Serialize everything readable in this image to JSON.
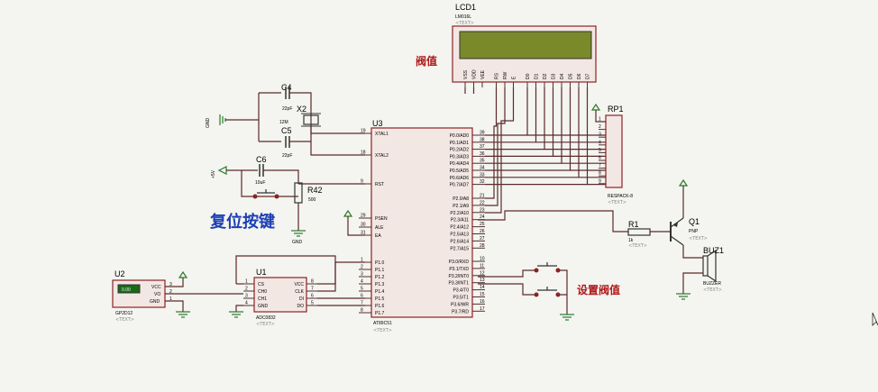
{
  "components": {
    "lcd": {
      "ref": "LCD1",
      "part": "LM016L",
      "text": "<TEXT>",
      "pins": [
        "VSS",
        "VDD",
        "VEE",
        "RS",
        "RW",
        "E",
        "D0",
        "D1",
        "D2",
        "D3",
        "D4",
        "D5",
        "D6",
        "D7"
      ]
    },
    "mcu": {
      "ref": "U3",
      "part": "AT89C51",
      "text": "<TEXT>",
      "left_pins": [
        [
          "19",
          "XTAL1"
        ],
        [
          "18",
          "XTAL2"
        ],
        [
          "9",
          "RST"
        ],
        [
          "29",
          "PSEN"
        ],
        [
          "30",
          "ALE"
        ],
        [
          "31",
          "EA"
        ],
        [
          "1",
          "P1.0"
        ],
        [
          "2",
          "P1.1"
        ],
        [
          "3",
          "P1.2"
        ],
        [
          "4",
          "P1.3"
        ],
        [
          "5",
          "P1.4"
        ],
        [
          "6",
          "P1.5"
        ],
        [
          "7",
          "P1.6"
        ],
        [
          "8",
          "P1.7"
        ]
      ],
      "right_pins": [
        [
          "39",
          "P0.0/AD0"
        ],
        [
          "38",
          "P0.1/AD1"
        ],
        [
          "37",
          "P0.2/AD2"
        ],
        [
          "36",
          "P0.3/AD3"
        ],
        [
          "35",
          "P0.4/AD4"
        ],
        [
          "34",
          "P0.5/AD5"
        ],
        [
          "33",
          "P0.6/AD6"
        ],
        [
          "32",
          "P0.7/AD7"
        ],
        [
          "21",
          "P2.0/A8"
        ],
        [
          "22",
          "P2.1/A9"
        ],
        [
          "23",
          "P2.2/A10"
        ],
        [
          "24",
          "P2.3/A11"
        ],
        [
          "25",
          "P2.4/A12"
        ],
        [
          "26",
          "P2.5/A13"
        ],
        [
          "27",
          "P2.6/A14"
        ],
        [
          "28",
          "P2.7/A15"
        ],
        [
          "10",
          "P3.0/RXD"
        ],
        [
          "11",
          "P3.1/TXD"
        ],
        [
          "12",
          "P3.2/INT0"
        ],
        [
          "13",
          "P3.3/INT1"
        ],
        [
          "14",
          "P3.4/T0"
        ],
        [
          "15",
          "P3.5/T1"
        ],
        [
          "16",
          "P3.6/WR"
        ],
        [
          "17",
          "P3.7/RD"
        ]
      ]
    },
    "c4": {
      "ref": "C4",
      "value": "22pF"
    },
    "c5": {
      "ref": "C5",
      "value": "22pF"
    },
    "x2": {
      "ref": "X2",
      "value": "12M"
    },
    "c6": {
      "ref": "C6",
      "value": "10uF"
    },
    "r42": {
      "ref": "R42",
      "value": "500"
    },
    "rp1": {
      "ref": "RP1",
      "part": "RESPACK-8",
      "text": "<TEXT>",
      "pins": [
        "1",
        "2",
        "3",
        "4",
        "5",
        "6",
        "7",
        "8",
        "9"
      ]
    },
    "r1": {
      "ref": "R1",
      "value": "1k",
      "text": "<TEXT>"
    },
    "q1": {
      "ref": "Q1",
      "part": "PNP",
      "text": "<TEXT>"
    },
    "buz1": {
      "ref": "BUZ1",
      "part": "BUZZER",
      "text": "<TEXT>"
    },
    "u1": {
      "ref": "U1",
      "part": "ADC0832",
      "text": "<TEXT>",
      "left_pins": [
        [
          "1",
          "CS"
        ],
        [
          "2",
          "CH0"
        ],
        [
          "3",
          "CH1"
        ],
        [
          "4",
          "GND"
        ]
      ],
      "right_pins": [
        [
          "8",
          "VCC"
        ],
        [
          "7",
          "CLK"
        ],
        [
          "6",
          "DI"
        ],
        [
          "5",
          "DO"
        ]
      ]
    },
    "u2": {
      "ref": "U2",
      "part": "GP2D12",
      "text": "<TEXT>",
      "display": "0.00",
      "pins": [
        "VCC",
        "VO",
        "GND"
      ],
      "pin_nums": [
        "3",
        "2",
        "1"
      ]
    },
    "gnd_label": "GND",
    "vcc_label": "+5V"
  },
  "annotations": {
    "threshold": "阀值",
    "reset_button": "复位按键",
    "set_threshold": "设置阀值"
  }
}
